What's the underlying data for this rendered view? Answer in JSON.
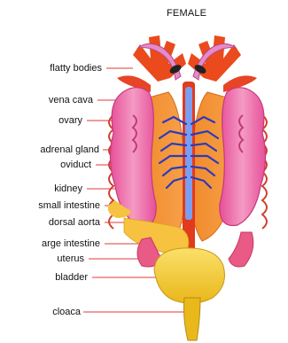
{
  "diagram": {
    "title": "FEMALE",
    "labels": [
      "flatty bodies",
      "vena cava",
      "ovary",
      "adrenal gland",
      "oviduct",
      "kidney",
      "small intestine",
      "dorsal aorta",
      "arge intestine",
      "uterus",
      "bladder",
      "cloaca"
    ],
    "colors": {
      "leader_line": "#e23a3a",
      "fat_bodies": "#ea4a1c",
      "ovary": "#ec6fa8",
      "kidney": "#f47a2a",
      "vena_cava": "#6b8ee8",
      "dorsal_aorta": "#e23a1c",
      "vessels": "#2b3bbd",
      "intestine": "#f6c240",
      "bladder": "#f6c824",
      "oviduct_top": "#e889c8"
    }
  }
}
